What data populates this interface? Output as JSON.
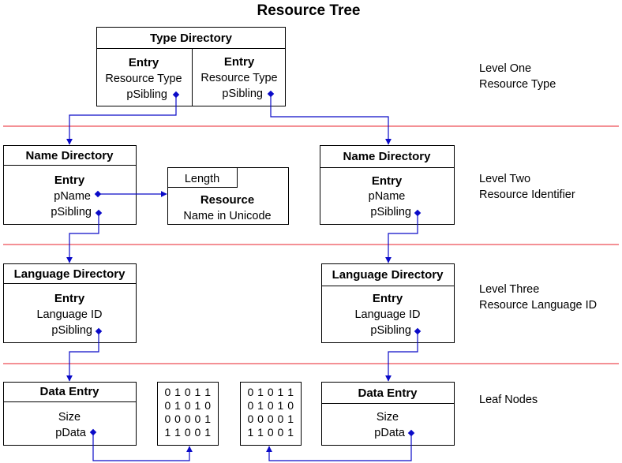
{
  "title": "Resource Tree",
  "type_directory": {
    "header": "Type Directory",
    "entries": [
      {
        "entry": "Entry",
        "field1": "Resource Type",
        "field2": "pSibling"
      },
      {
        "entry": "Entry",
        "field1": "Resource Type",
        "field2": "pSibling"
      }
    ]
  },
  "name_directory_left": {
    "header": "Name Directory",
    "entry": "Entry",
    "field1": "pName",
    "field2": "pSibling"
  },
  "name_directory_right": {
    "header": "Name Directory",
    "entry": "Entry",
    "field1": "pName",
    "field2": "pSibling"
  },
  "resource_name": {
    "length": "Length",
    "title": "Resource",
    "subtitle": "Name in Unicode"
  },
  "language_directory_left": {
    "header": "Language Directory",
    "entry": "Entry",
    "field1": "Language ID",
    "field2": "pSibling"
  },
  "language_directory_right": {
    "header": "Language Directory",
    "entry": "Entry",
    "field1": "Language ID",
    "field2": "pSibling"
  },
  "data_entry_left": {
    "header": "Data Entry",
    "field1": "Size",
    "field2": "pData"
  },
  "data_entry_right": {
    "header": "Data Entry",
    "field1": "Size",
    "field2": "pData"
  },
  "data_block_left": {
    "rows": [
      "0 1 0 1 1",
      "0 1 0 1 0",
      "0 0 0 0 1",
      "1 1 0 0 1"
    ]
  },
  "data_block_right": {
    "rows": [
      "0 1 0 1 1",
      "0 1 0 1 0",
      "0 0 0 0 1",
      "1 1 0 0 1"
    ]
  },
  "levels": [
    {
      "line1": "Level One",
      "line2": "Resource Type"
    },
    {
      "line1": "Level Two",
      "line2": "Resource Identifier"
    },
    {
      "line1": "Level Three",
      "line2": "Resource Language ID"
    },
    {
      "line1": "Leaf Nodes",
      "line2": ""
    }
  ],
  "colors": {
    "separator": "#e8212b",
    "link": "#0a0ac8"
  }
}
